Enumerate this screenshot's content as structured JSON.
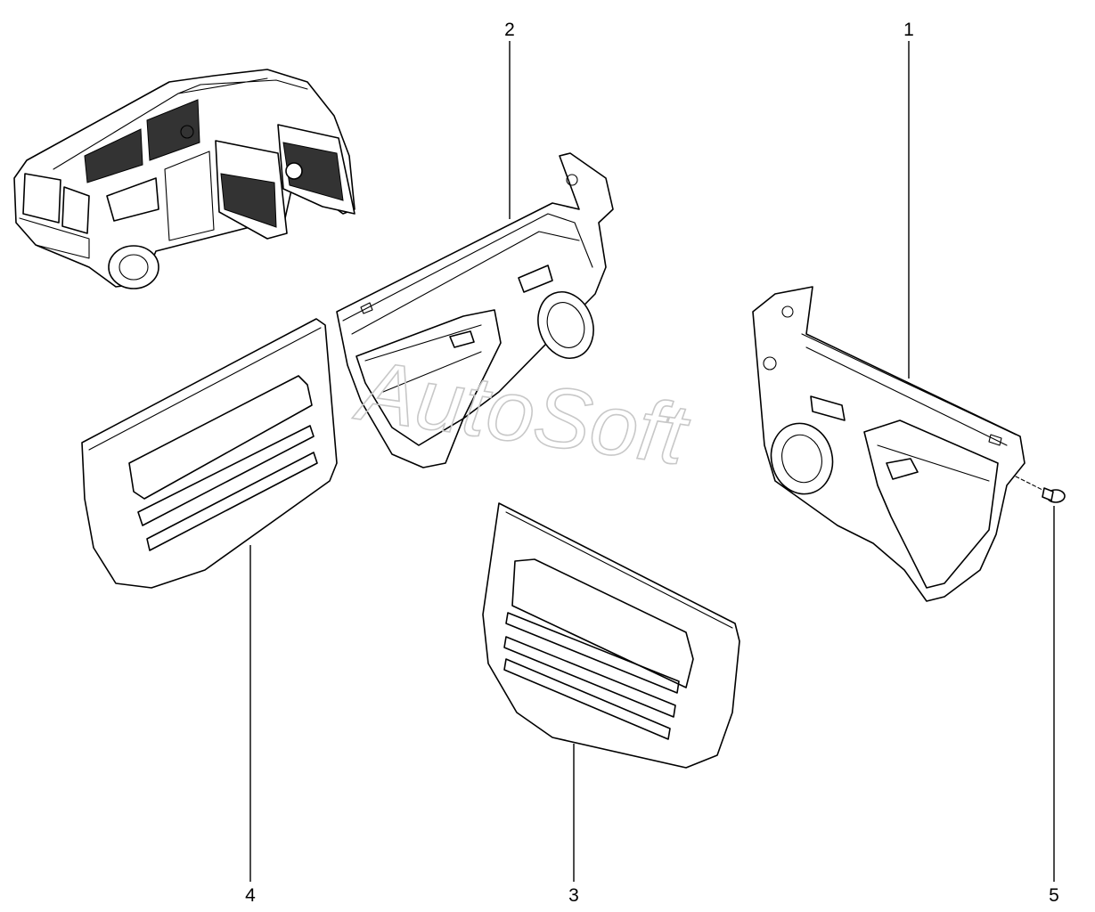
{
  "watermark": "AutoSoft",
  "callouts": {
    "c1": "1",
    "c2": "2",
    "c3": "3",
    "c4": "4",
    "c5": "5"
  }
}
